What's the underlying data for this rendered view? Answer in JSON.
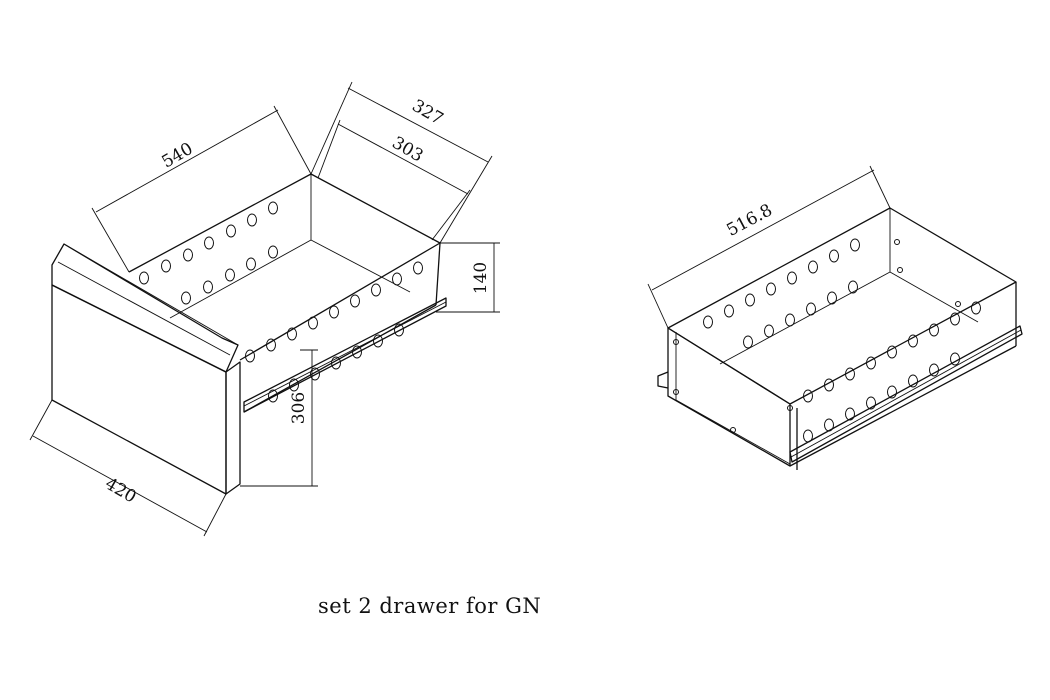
{
  "dimensions": {
    "left_length": "540",
    "left_outer_width": "327",
    "left_inner_width": "303",
    "left_side_height": "140",
    "left_front_height": "306",
    "left_front_width": "420",
    "right_length": "516.8"
  },
  "caption": "set 2 drawer for GN"
}
